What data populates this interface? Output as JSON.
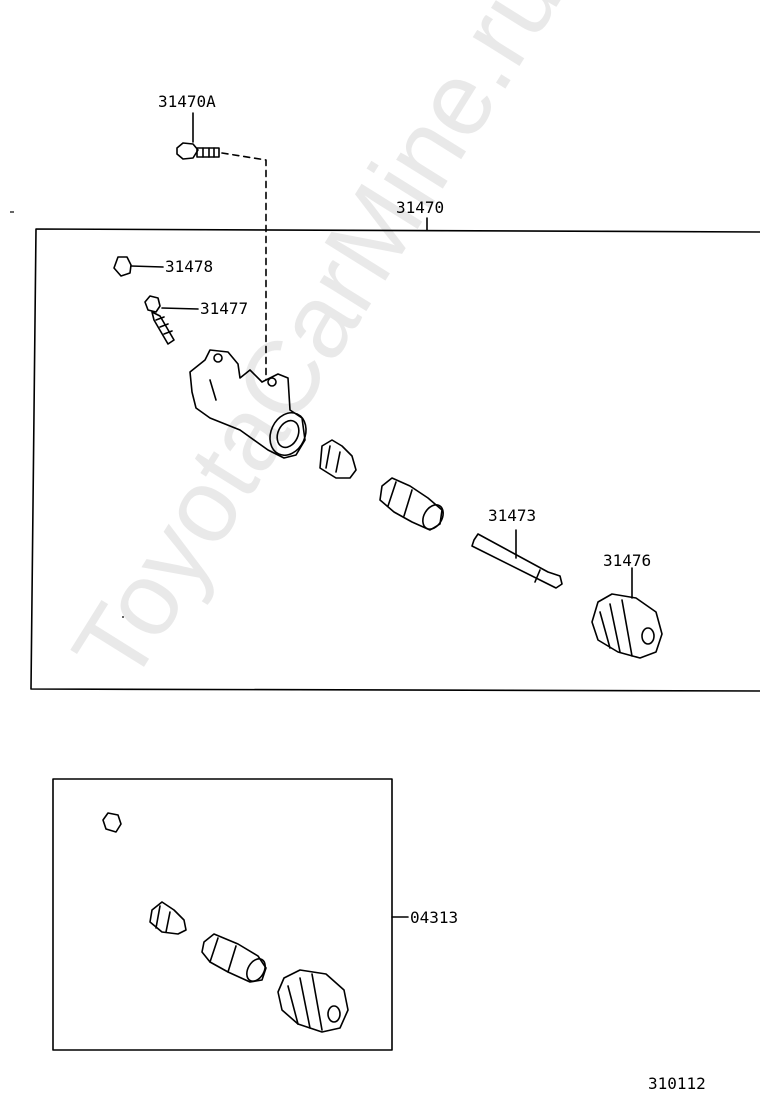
{
  "labels": {
    "bolt_kit": "31470A",
    "assembly": "31470",
    "bleeder_cap": "31478",
    "bleeder_plug": "31477",
    "push_rod": "31473",
    "boot": "31476",
    "repair_kit": "04313",
    "diagram_id": "310112"
  },
  "watermark": "ToyotaCarMine.ru"
}
